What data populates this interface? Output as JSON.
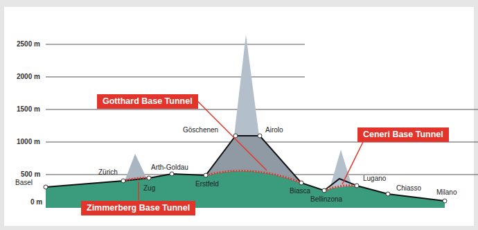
{
  "diagram": {
    "nodes": [
      {
        "text": [
          "Gotthard Base Tunnel"
        ]
      },
      {
        "text": [
          "Ceneri Base Tunnel"
        ]
      },
      {
        "text": [
          "Zimmerberg Base Tunnel"
        ]
      }
    ],
    "labels": [
      "2500 m",
      "2000 m",
      "1500 m",
      "1000 m",
      "500 m",
      "0 m",
      "Basel",
      "Zürich",
      "Zug",
      "Arth-Goldau",
      "Erstfeld",
      "Göschenen",
      "Airolo",
      "Biasca",
      "Bellinzona",
      "Lugano",
      "Chiasso",
      "Milano"
    ]
  }
}
